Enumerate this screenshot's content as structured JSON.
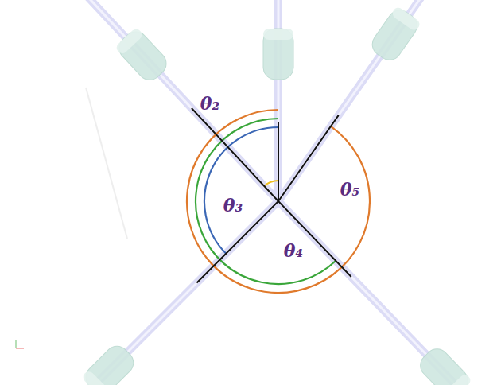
{
  "diagram": {
    "labels": [
      "θ₂",
      "θ₃",
      "θ₄",
      "θ₅"
    ]
  }
}
